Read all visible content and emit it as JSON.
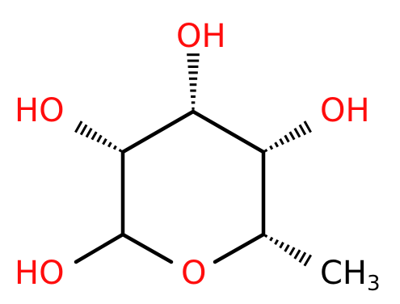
{
  "structure": {
    "colors": {
      "oxygen": "#ff0d0d",
      "carbon": "#000000",
      "background": "#ffffff"
    },
    "atoms": {
      "oh_top": "OH",
      "oh_left": "HO",
      "oh_right": "OH",
      "oh_bottom_left": "HO",
      "ring_oxygen": "O",
      "methyl_c": "CH",
      "methyl_sub": "3"
    }
  }
}
